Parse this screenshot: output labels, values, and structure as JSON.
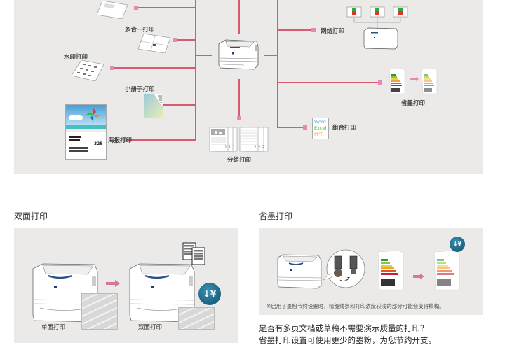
{
  "diagram": {
    "features": {
      "nup": "多合一打印",
      "watermark": "水印打印",
      "booklet": "小册子打印",
      "poster": "海报打印",
      "collate": "分组打印",
      "network": "网络打印",
      "toner_save": "省墨打印",
      "combine": "组合打印"
    },
    "combine_apps": [
      "Word",
      "Excel",
      "PPT"
    ],
    "poster_number": "325",
    "collate_pages": [
      "1 1 1",
      "2 2 2"
    ],
    "colors": {
      "panel": "#ebeae8",
      "line": "#d85a70",
      "node": "#e88ab0"
    }
  },
  "duplex": {
    "title": "双面打印",
    "single_caption": "单面打印",
    "duplex_caption": "双面打印",
    "badge": "↓¥"
  },
  "toner": {
    "title": "省墨打印",
    "note": "※启用了墨粉节约设置时，精细线条和打印浓度较浅的部分可能会变得模糊。",
    "badge": "↓¥",
    "desc_line1": "是否有多页文档或草稿不需要演示质量的打印？",
    "desc_line2": "省墨打印设置可使用更少的墨粉，为您节约开支。"
  }
}
